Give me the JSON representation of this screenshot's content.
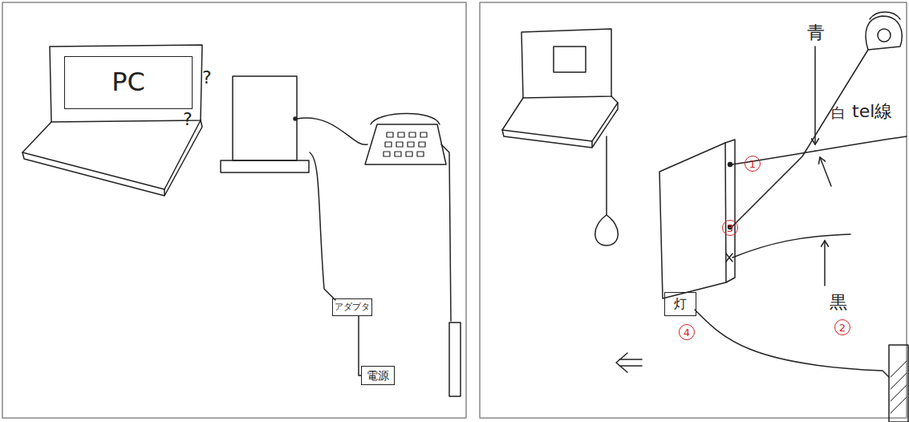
{
  "diagram": {
    "nodes": [
      {
        "text": [
          "PC"
        ]
      },
      {
        "text": [
          "アダプタ"
        ]
      },
      {
        "text": [
          "電源"
        ]
      },
      {
        "text": [
          "灯"
        ]
      }
    ],
    "edges": [
      {
        "from": 1,
        "to": 2,
        "arrow": "none"
      }
    ],
    "labels": [
      "?",
      "?",
      "青",
      "白",
      "tel線",
      "黒",
      "1",
      "3",
      "2",
      "4"
    ]
  }
}
